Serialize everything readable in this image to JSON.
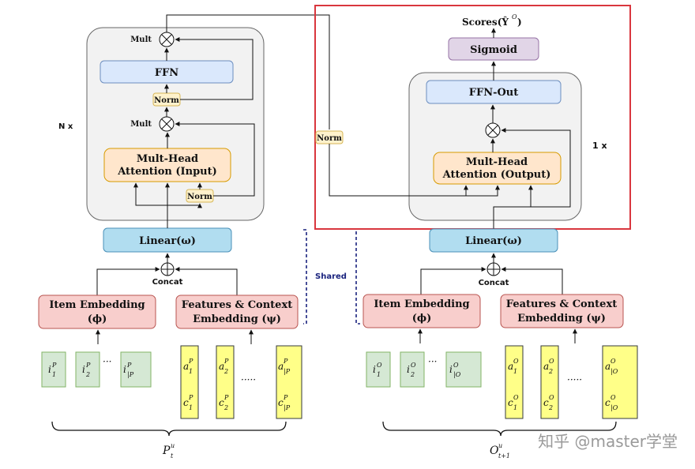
{
  "left": {
    "mult_top": "Mult",
    "mult_bottom": "Mult",
    "ffn": "FFN",
    "norm_top": "Norm",
    "norm_bottom": "Norm",
    "attention_line1": "Mult-Head",
    "attention_line2": "Attention (Input)",
    "repeat": "N x",
    "linear": "Linear(ω)",
    "concat": "Concat",
    "item_embedding_line1": "Item Embedding",
    "item_embedding_line2": "(ϕ)",
    "feature_embedding_line1": "Features & Context",
    "feature_embedding_line2": "Embedding (ψ)",
    "items": [
      "i",
      "i",
      "i"
    ],
    "item_sub": [
      "1",
      "2",
      "|P"
    ],
    "features_a": [
      "a",
      "a",
      "a"
    ],
    "features_c": [
      "c",
      "c",
      "c"
    ],
    "feat_sub": [
      "1",
      "2",
      "|P"
    ],
    "sup": "P",
    "dots": "···",
    "dots_wide": "·····",
    "brace_label": "P",
    "brace_sup": "u",
    "brace_sub": "t"
  },
  "shared": "Shared",
  "right": {
    "scores": "Scores(Ŷ",
    "scores_sup": "O",
    "scores_close": ")",
    "sigmoid": "Sigmoid",
    "ffn_out": "FFN-Out",
    "attention_line1": "Mult-Head",
    "attention_line2": "Attention (Output)",
    "norm": "Norm",
    "repeat": "1 x",
    "linear": "Linear(ω)",
    "concat": "Concat",
    "item_embedding_line1": "Item Embedding",
    "item_embedding_line2": "(ϕ)",
    "feature_embedding_line1": "Features & Context",
    "feature_embedding_line2": "Embedding (ψ)",
    "items": [
      "i",
      "i",
      "i"
    ],
    "item_sub": [
      "1",
      "2",
      "|O"
    ],
    "features_a": [
      "a",
      "a",
      "a"
    ],
    "features_c": [
      "c",
      "c",
      "c"
    ],
    "feat_sub": [
      "1",
      "2",
      "|O"
    ],
    "sup": "O",
    "dots": "···",
    "dots_wide": "·····",
    "brace_label": "O",
    "brace_sup": "u",
    "brace_sub": "t+1"
  },
  "watermark": "知乎 @master学堂",
  "colors": {
    "container": "#f2f2f2",
    "ffn": "#dae8fc",
    "attention": "#ffe6cc",
    "norm": "#fff2cc",
    "linear": "#b1ddf0",
    "embedding": "#f8cecc",
    "item": "#d5e8d4",
    "feature": "#ffff88",
    "sigmoid": "#e1d5e7",
    "highlight": "#d9363e",
    "shared_line": "#1a237e"
  }
}
